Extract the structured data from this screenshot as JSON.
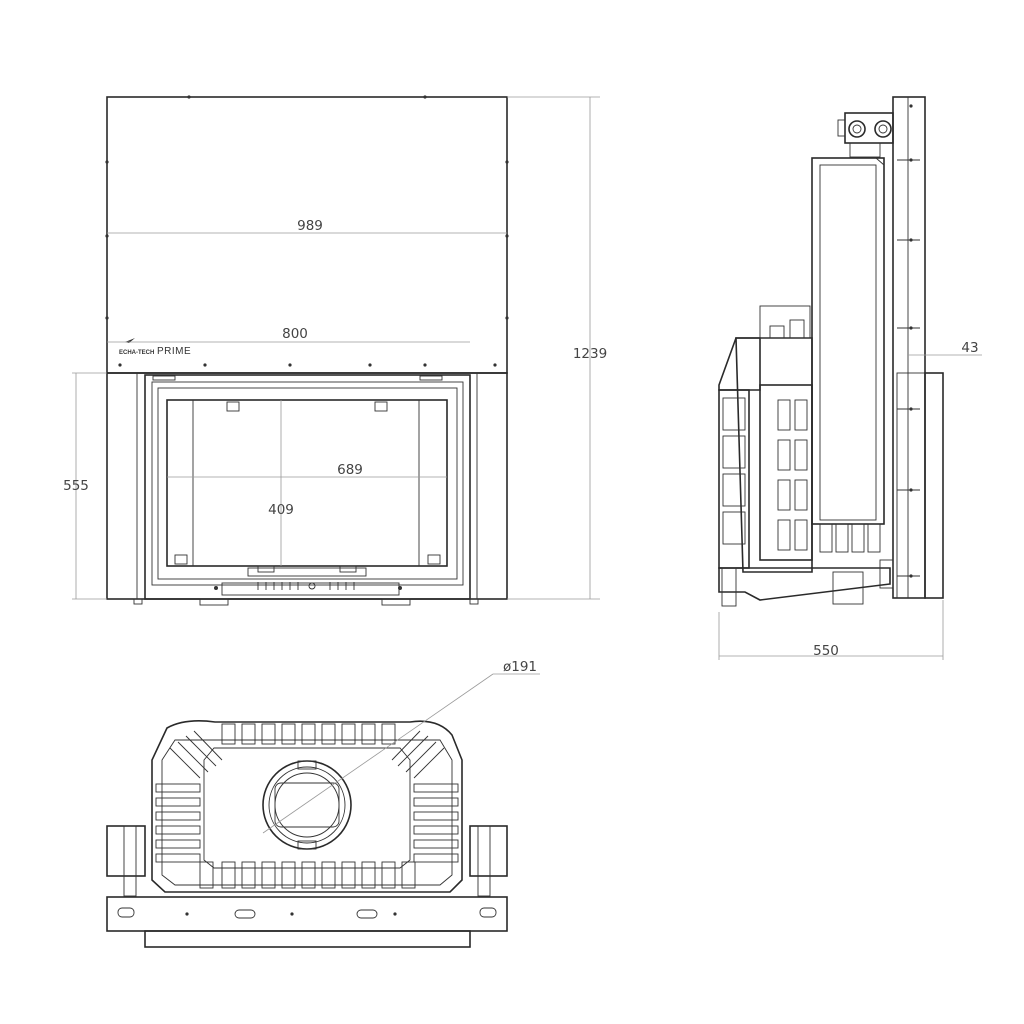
{
  "dimensions": {
    "overall_width": "989",
    "opening_width": "800",
    "overall_height": "1239",
    "lower_height": "555",
    "glass_width": "689",
    "glass_height": "409",
    "side_offset": "43",
    "depth": "550",
    "flue_diameter": "ø191"
  },
  "logo": {
    "brand": "ECHA-TECH",
    "model": "PRIME"
  }
}
